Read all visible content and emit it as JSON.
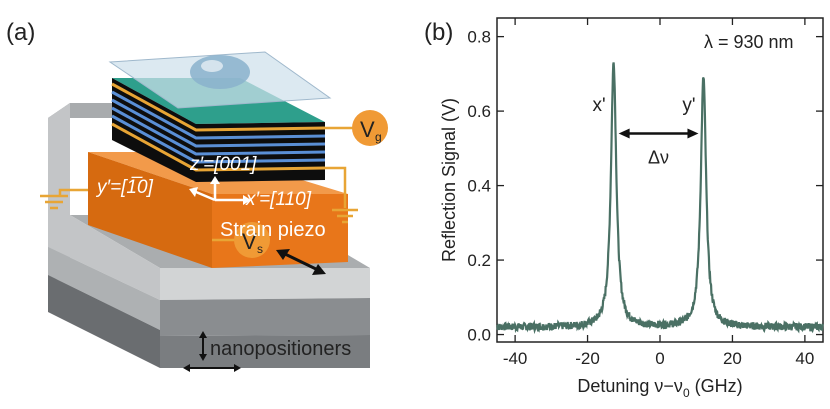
{
  "panel_a": {
    "label": "(a)",
    "labels": {
      "z_axis": "z′=[001]",
      "y_axis": "y′=[1̅0]",
      "x_axis": "x′=[110]",
      "strain_piezo": "Strain piezo",
      "nanopositioners": "nanopositioners",
      "vg_main": "V",
      "vg_sub": "g",
      "vs_main": "V",
      "vs_sub": "s"
    },
    "colors": {
      "top_green": "#2e9f8c",
      "piezo_orange": "#e8761a",
      "nanopositioner_gray": "#8c8f92",
      "gold_wire": "#e8a535",
      "layer_blue": "#5a8fd6"
    }
  },
  "panel_b": {
    "label": "(b)",
    "annotation": "λ = 930 nm",
    "peak_labels": [
      "x'",
      "y'"
    ],
    "splitting_label": "Δν"
  },
  "chart_data": {
    "type": "line",
    "title": "",
    "xlabel_prefix": "Detuning ν−ν",
    "xlabel_sub": "0",
    "xlabel_suffix": " (GHz)",
    "ylabel": "Reflection Signal (V)",
    "xlim": [
      -45,
      45
    ],
    "ylim": [
      -0.02,
      0.85
    ],
    "xticks": [
      -40,
      -20,
      0,
      20,
      40
    ],
    "yticks": [
      0.0,
      0.2,
      0.4,
      0.6,
      0.8
    ],
    "xtick_labels": [
      "-40",
      "-20",
      "0",
      "20",
      "40"
    ],
    "ytick_labels": [
      "0.0",
      "0.2",
      "0.4",
      "0.6",
      "0.8"
    ],
    "grid": false,
    "series": [
      {
        "color": "#4a7064",
        "baseline": 0.02,
        "peaks": [
          {
            "center": -12.8,
            "amplitude": 0.71,
            "width": 0.9
          },
          {
            "center": 12.0,
            "amplitude": 0.67,
            "width": 0.9
          }
        ]
      }
    ]
  }
}
